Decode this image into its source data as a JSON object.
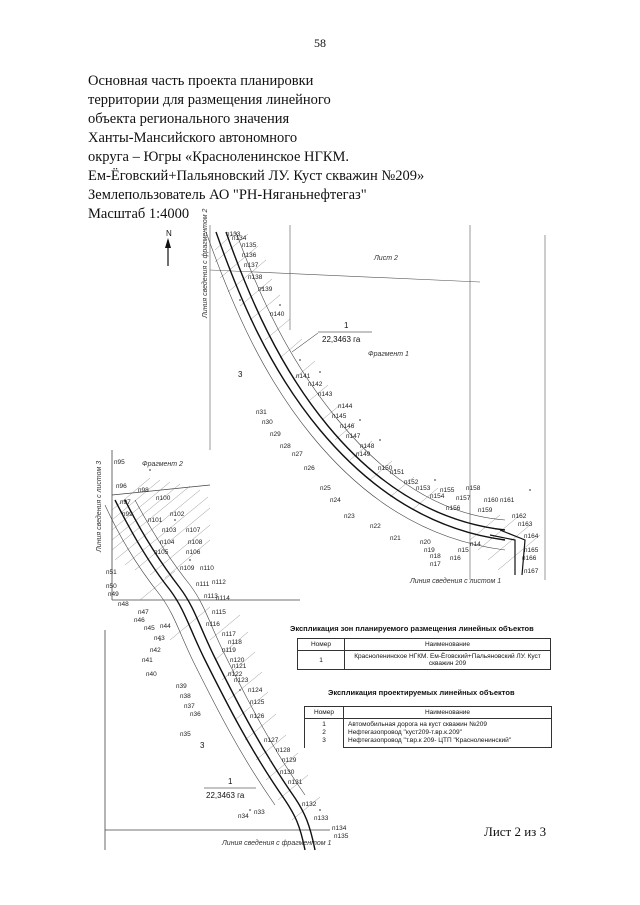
{
  "page_number": "58",
  "title_lines": [
    "Основная часть проекта планировки",
    "территории для размещения линейного",
    "объекта регионального значения",
    "Ханты-Мансийского автономного",
    "округа – Югры  «Красноленинское НГКМ.",
    "Ем-Ёговский+Пальяновский ЛУ. Куст скважин №209»",
    "Землепользователь АО \"РН-Няганьнефтегаз\"",
    "Масштаб 1:4000"
  ],
  "sheet_label": "Лист 2 из 3",
  "map": {
    "north": "N",
    "sheet_tag": "Лист 2",
    "fragment1": "Фрагмент 1",
    "fragment2": "Фрагмент 2",
    "zone_number_top": "1",
    "zone_area_top": "22,3463 га",
    "zone_number_bottom": "1",
    "zone_area_bottom": "22,3463 га",
    "label_3a": "3",
    "label_3b": "3",
    "junction_line_sheet1": "Линия сведения с листом 1",
    "junction_line_sheet3": "Линия сведения с листом 3",
    "junction_fragment2": "Линия сведения с фрагментом 2",
    "junction_fragment1": "Линия сведения с фрагментом 1",
    "points_top": [
      "п133",
      "п134",
      "п135",
      "п136",
      "п137",
      "п138",
      "п139",
      "п140",
      "п141",
      "п142",
      "п143",
      "п144",
      "п145",
      "п146",
      "п147",
      "п148",
      "п149",
      "п150",
      "п151",
      "п152",
      "п153",
      "п154",
      "п155",
      "п156",
      "п157",
      "п158",
      "п159",
      "п160",
      "п161",
      "п162",
      "п163",
      "п164",
      "п165",
      "п166",
      "п167",
      "п31",
      "п30",
      "п29",
      "п28",
      "п27",
      "п26",
      "п25",
      "п24",
      "п23",
      "п22",
      "п21",
      "п20",
      "п19",
      "п18",
      "п17",
      "п16",
      "п15",
      "п14"
    ],
    "points_bottom": [
      "п95",
      "п96",
      "п97",
      "п98",
      "п99",
      "п100",
      "п101",
      "п102",
      "п103",
      "п104",
      "п105",
      "п106",
      "п107",
      "п108",
      "п109",
      "п110",
      "п111",
      "п112",
      "п113",
      "п114",
      "п115",
      "п116",
      "п117",
      "п118",
      "п119",
      "п120",
      "п121",
      "п122",
      "п123",
      "п124",
      "п125",
      "п126",
      "п127",
      "п128",
      "п129",
      "п130",
      "п131",
      "п132",
      "п133",
      "п134",
      "п135",
      "п51",
      "п50",
      "п49",
      "п48",
      "п47",
      "п46",
      "п45",
      "п44",
      "п43",
      "п42",
      "п41",
      "п40",
      "п39",
      "п38",
      "п37",
      "п36",
      "п35",
      "п34",
      "п33"
    ]
  },
  "legend1": {
    "title": "Экспликация зон планируемого размещения линейных объектов",
    "headers": [
      "Номер",
      "Наименование"
    ],
    "rows": [
      {
        "number": "1",
        "name": "Красноленинское НГКМ. Ем-Ёговский+Пальяновский ЛУ. Куст скважин 209"
      }
    ]
  },
  "legend2": {
    "title": "Экспликация проектируемых линейных объектов",
    "headers": [
      "Номер",
      "Наименование"
    ],
    "rows": [
      {
        "number": "1",
        "name": "Автомобильная дорога на куст скважин №209"
      },
      {
        "number": "2",
        "name": "Нефтегазопровод \"куст209-т.вр.к.209\""
      },
      {
        "number": "3",
        "name": "Нефтегазопровод \"т.вр.к 209- ЦТП \"Красноленинский\""
      }
    ]
  }
}
